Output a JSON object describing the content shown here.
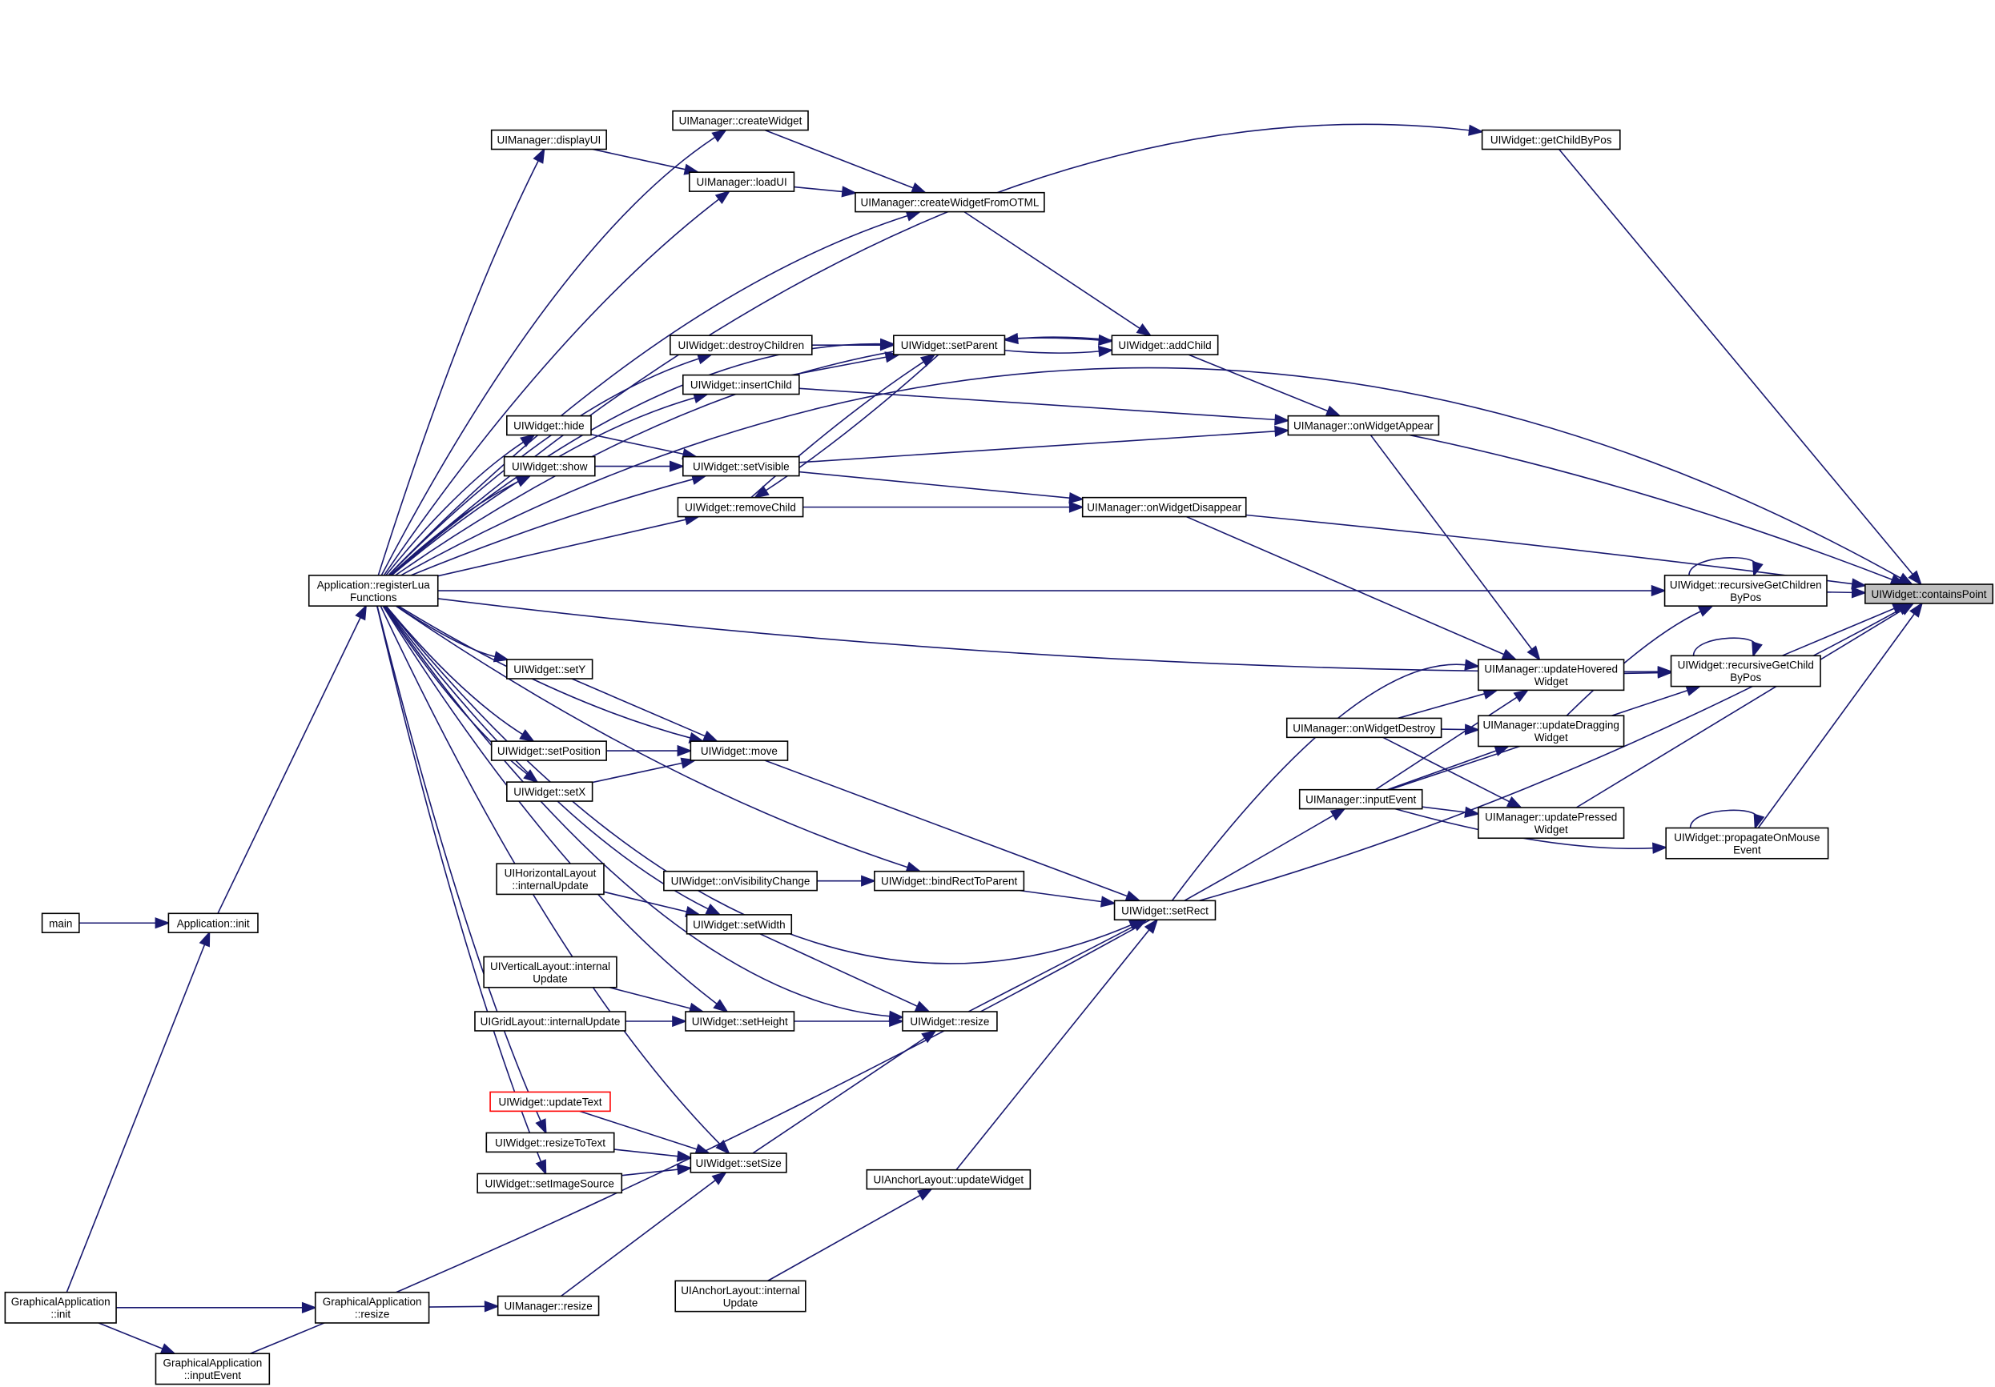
{
  "graph": {
    "nodes": [
      {
        "id": "main",
        "lines": [
          "main"
        ]
      },
      {
        "id": "app_init",
        "lines": [
          "Application::init"
        ]
      },
      {
        "id": "app_reglua",
        "lines": [
          "Application::registerLua",
          "Functions"
        ]
      },
      {
        "id": "ga_init",
        "lines": [
          "GraphicalApplication",
          "::init"
        ]
      },
      {
        "id": "ga_resize",
        "lines": [
          "GraphicalApplication",
          "::resize"
        ]
      },
      {
        "id": "ga_input",
        "lines": [
          "GraphicalApplication",
          "::inputEvent"
        ]
      },
      {
        "id": "uim_displayui",
        "lines": [
          "UIManager::displayUI"
        ]
      },
      {
        "id": "uim_createwidget",
        "lines": [
          "UIManager::createWidget"
        ]
      },
      {
        "id": "uim_loadui",
        "lines": [
          "UIManager::loadUI"
        ]
      },
      {
        "id": "uim_cwfotml",
        "lines": [
          "UIManager::createWidgetFromOTML"
        ]
      },
      {
        "id": "w_destroych",
        "lines": [
          "UIWidget::destroyChildren"
        ]
      },
      {
        "id": "w_setparent",
        "lines": [
          "UIWidget::setParent"
        ]
      },
      {
        "id": "w_addchild",
        "lines": [
          "UIWidget::addChild"
        ]
      },
      {
        "id": "w_insertchild",
        "lines": [
          "UIWidget::insertChild"
        ]
      },
      {
        "id": "w_hide",
        "lines": [
          "UIWidget::hide"
        ]
      },
      {
        "id": "w_show",
        "lines": [
          "UIWidget::show"
        ]
      },
      {
        "id": "w_setvisible",
        "lines": [
          "UIWidget::setVisible"
        ]
      },
      {
        "id": "w_removechild",
        "lines": [
          "UIWidget::removeChild"
        ]
      },
      {
        "id": "uim_appear",
        "lines": [
          "UIManager::onWidgetAppear"
        ]
      },
      {
        "id": "uim_disappear",
        "lines": [
          "UIManager::onWidgetDisappear"
        ]
      },
      {
        "id": "w_getchildbypos",
        "lines": [
          "UIWidget::getChildByPos"
        ]
      },
      {
        "id": "w_containspoint",
        "lines": [
          "UIWidget::containsPoint"
        ],
        "highlight": true
      },
      {
        "id": "w_rgcbp",
        "lines": [
          "UIWidget::recursiveGetChildren",
          "ByPos"
        ]
      },
      {
        "id": "w_rgchbp",
        "lines": [
          "UIWidget::recursiveGetChild",
          "ByPos"
        ]
      },
      {
        "id": "uim_updhovered",
        "lines": [
          "UIManager::updateHovered",
          "Widget"
        ]
      },
      {
        "id": "uim_upddragging",
        "lines": [
          "UIManager::updateDragging",
          "Widget"
        ]
      },
      {
        "id": "uim_updpressed",
        "lines": [
          "UIManager::updatePressed",
          "Widget"
        ]
      },
      {
        "id": "uim_widgetdestroy",
        "lines": [
          "UIManager::onWidgetDestroy"
        ]
      },
      {
        "id": "uim_inputevent",
        "lines": [
          "UIManager::inputEvent"
        ]
      },
      {
        "id": "w_propagate",
        "lines": [
          "UIWidget::propagateOnMouse",
          "Event"
        ]
      },
      {
        "id": "w_sety",
        "lines": [
          "UIWidget::setY"
        ]
      },
      {
        "id": "w_setposition",
        "lines": [
          "UIWidget::setPosition"
        ]
      },
      {
        "id": "w_setx",
        "lines": [
          "UIWidget::setX"
        ]
      },
      {
        "id": "w_move",
        "lines": [
          "UIWidget::move"
        ]
      },
      {
        "id": "hl_internal",
        "lines": [
          "UIHorizontalLayout",
          "::internalUpdate"
        ]
      },
      {
        "id": "w_onvischange",
        "lines": [
          "UIWidget::onVisibilityChange"
        ]
      },
      {
        "id": "w_bindrect",
        "lines": [
          "UIWidget::bindRectToParent"
        ]
      },
      {
        "id": "w_setwidth",
        "lines": [
          "UIWidget::setWidth"
        ]
      },
      {
        "id": "w_setrect",
        "lines": [
          "UIWidget::setRect"
        ]
      },
      {
        "id": "vl_internal",
        "lines": [
          "UIVerticalLayout::internal",
          "Update"
        ]
      },
      {
        "id": "gl_internal",
        "lines": [
          "UIGridLayout::internalUpdate"
        ]
      },
      {
        "id": "w_setheight",
        "lines": [
          "UIWidget::setHeight"
        ]
      },
      {
        "id": "w_resize",
        "lines": [
          "UIWidget::resize"
        ]
      },
      {
        "id": "w_updatetext",
        "lines": [
          "UIWidget::updateText"
        ],
        "red": true
      },
      {
        "id": "w_resizetotext",
        "lines": [
          "UIWidget::resizeToText"
        ]
      },
      {
        "id": "w_setimagesource",
        "lines": [
          "UIWidget::setImageSource"
        ]
      },
      {
        "id": "w_setsize",
        "lines": [
          "UIWidget::setSize"
        ]
      },
      {
        "id": "al_updatewidget",
        "lines": [
          "UIAnchorLayout::updateWidget"
        ]
      },
      {
        "id": "uim_resize",
        "lines": [
          "UIManager::resize"
        ]
      },
      {
        "id": "al_internal",
        "lines": [
          "UIAnchorLayout::internal",
          "Update"
        ]
      }
    ],
    "edges": [
      [
        "main",
        "app_init"
      ],
      [
        "ga_init",
        "app_init"
      ],
      [
        "app_init",
        "app_reglua"
      ],
      [
        "ga_init",
        "ga_resize"
      ],
      [
        "ga_init",
        "ga_input"
      ],
      [
        "ga_resize",
        "uim_resize"
      ],
      [
        "ga_input",
        "uim_inputevent"
      ],
      [
        "uim_displayui",
        "uim_loadui"
      ],
      [
        "uim_createwidget",
        "uim_cwfotml"
      ],
      [
        "uim_loadui",
        "uim_cwfotml"
      ],
      [
        "uim_cwfotml",
        "w_addchild"
      ],
      [
        "w_destroych",
        "w_setparent"
      ],
      [
        "w_insertchild",
        "w_setparent"
      ],
      [
        "w_removechild",
        "w_setparent"
      ],
      [
        "w_setparent",
        "w_addchild"
      ],
      [
        "w_addchild",
        "w_setparent"
      ],
      [
        "w_setparent",
        "w_removechild"
      ],
      [
        "w_addchild",
        "uim_appear"
      ],
      [
        "w_insertchild",
        "uim_appear"
      ],
      [
        "w_setvisible",
        "uim_appear"
      ],
      [
        "w_setvisible",
        "uim_disappear"
      ],
      [
        "w_removechild",
        "uim_disappear"
      ],
      [
        "w_hide",
        "w_setvisible"
      ],
      [
        "w_show",
        "w_setvisible"
      ],
      [
        "uim_appear",
        "uim_updhovered"
      ],
      [
        "uim_disappear",
        "uim_updhovered"
      ],
      [
        "uim_appear",
        "w_containspoint"
      ],
      [
        "uim_disappear",
        "w_containspoint"
      ],
      [
        "w_getchildbypos",
        "w_containspoint"
      ],
      [
        "w_rgcbp",
        "w_containspoint"
      ],
      [
        "w_rgchbp",
        "w_containspoint"
      ],
      [
        "uim_updpressed",
        "w_containspoint"
      ],
      [
        "w_propagate",
        "w_containspoint"
      ],
      [
        "w_setrect",
        "w_containspoint"
      ],
      [
        "w_rgcbp",
        "w_rgcbp"
      ],
      [
        "w_rgchbp",
        "w_rgchbp"
      ],
      [
        "w_propagate",
        "w_propagate"
      ],
      [
        "uim_updhovered",
        "w_rgchbp"
      ],
      [
        "uim_upddragging",
        "w_rgcbp"
      ],
      [
        "uim_inputevent",
        "w_rgchbp"
      ],
      [
        "uim_widgetdestroy",
        "uim_updhovered"
      ],
      [
        "uim_widgetdestroy",
        "uim_upddragging"
      ],
      [
        "uim_widgetdestroy",
        "uim_updpressed"
      ],
      [
        "uim_inputevent",
        "uim_updhovered"
      ],
      [
        "uim_inputevent",
        "uim_upddragging"
      ],
      [
        "uim_inputevent",
        "uim_updpressed"
      ],
      [
        "uim_inputevent",
        "w_propagate"
      ],
      [
        "w_setrect",
        "uim_updhovered"
      ],
      [
        "w_sety",
        "w_move"
      ],
      [
        "w_setposition",
        "w_move"
      ],
      [
        "w_setx",
        "w_move"
      ],
      [
        "w_move",
        "w_setrect"
      ],
      [
        "w_onvischange",
        "w_bindrect"
      ],
      [
        "w_bindrect",
        "w_setrect"
      ],
      [
        "hl_internal",
        "w_setwidth"
      ],
      [
        "w_setwidth",
        "w_resize"
      ],
      [
        "vl_internal",
        "w_setheight"
      ],
      [
        "gl_internal",
        "w_setheight"
      ],
      [
        "w_setheight",
        "w_resize"
      ],
      [
        "w_resize",
        "w_setrect"
      ],
      [
        "w_updatetext",
        "w_setsize"
      ],
      [
        "w_resizetotext",
        "w_setsize"
      ],
      [
        "w_setimagesource",
        "w_setsize"
      ],
      [
        "w_setsize",
        "w_resize"
      ],
      [
        "uim_resize",
        "w_setsize"
      ],
      [
        "al_updatewidget",
        "w_setrect"
      ],
      [
        "al_internal",
        "al_updatewidget"
      ],
      [
        "app_reglua",
        "w_containspoint"
      ],
      [
        "app_reglua",
        "w_getchildbypos"
      ],
      [
        "app_reglua",
        "uim_createwidget"
      ],
      [
        "app_reglua",
        "uim_displayui"
      ],
      [
        "app_reglua",
        "uim_loadui"
      ],
      [
        "app_reglua",
        "uim_cwfotml"
      ],
      [
        "app_reglua",
        "w_addchild"
      ],
      [
        "app_reglua",
        "w_setparent"
      ],
      [
        "app_reglua",
        "w_destroych"
      ],
      [
        "app_reglua",
        "w_insertchild"
      ],
      [
        "app_reglua",
        "w_hide"
      ],
      [
        "app_reglua",
        "w_show"
      ],
      [
        "app_reglua",
        "w_setvisible"
      ],
      [
        "app_reglua",
        "w_removechild"
      ],
      [
        "app_reglua",
        "w_rgcbp"
      ],
      [
        "app_reglua",
        "w_rgchbp"
      ],
      [
        "app_reglua",
        "w_sety"
      ],
      [
        "app_reglua",
        "w_move"
      ],
      [
        "app_reglua",
        "w_setposition"
      ],
      [
        "app_reglua",
        "w_setx"
      ],
      [
        "app_reglua",
        "w_bindrect"
      ],
      [
        "app_reglua",
        "w_setwidth"
      ],
      [
        "app_reglua",
        "w_setheight"
      ],
      [
        "app_reglua",
        "w_resizetotext"
      ],
      [
        "app_reglua",
        "w_setimagesource"
      ],
      [
        "app_reglua",
        "w_setsize"
      ],
      [
        "app_reglua",
        "w_resize"
      ],
      [
        "app_reglua",
        "w_setrect"
      ]
    ]
  }
}
